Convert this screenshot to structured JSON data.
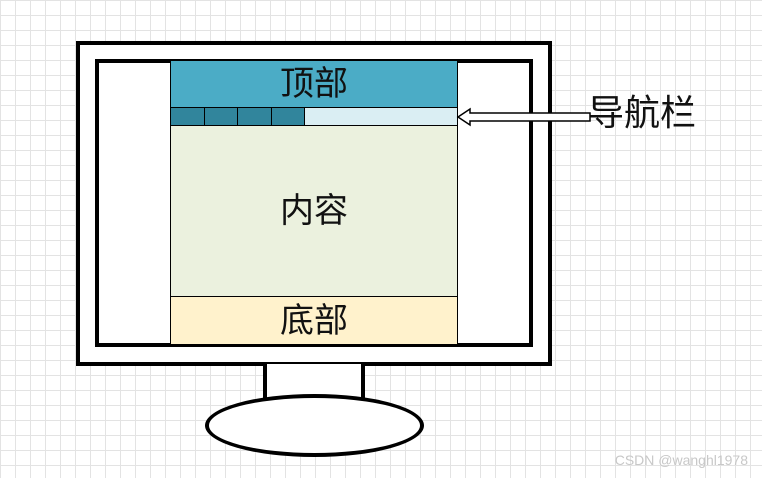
{
  "diagram": {
    "header_label": "顶部",
    "content_label": "内容",
    "footer_label": "底部",
    "nav_callout_label": "导航栏",
    "nav_items": [
      "",
      "",
      "",
      ""
    ],
    "colors": {
      "header": "#4bacc6",
      "nav_bar": "#daeef3",
      "nav_item": "#31859c",
      "content": "#ebf1de",
      "footer": "#fff2cc"
    }
  },
  "watermark": "CSDN @wanghl1978"
}
